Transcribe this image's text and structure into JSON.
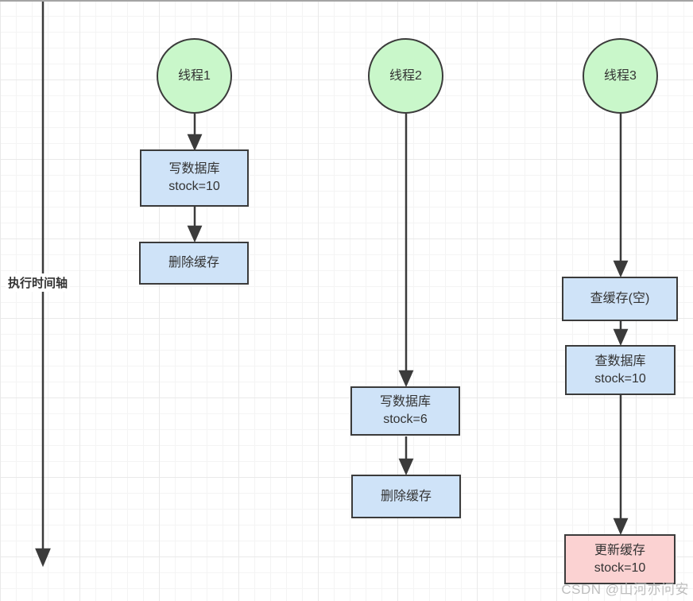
{
  "timeline": {
    "label": "执行时间轴"
  },
  "threads": [
    {
      "name": "线程1",
      "steps": [
        {
          "lines": [
            "写数据库",
            "stock=10"
          ],
          "type": "process"
        },
        {
          "lines": [
            "删除缓存"
          ],
          "type": "process"
        }
      ]
    },
    {
      "name": "线程2",
      "steps": [
        {
          "lines": [
            "写数据库",
            "stock=6"
          ],
          "type": "process"
        },
        {
          "lines": [
            "删除缓存"
          ],
          "type": "process"
        }
      ]
    },
    {
      "name": "线程3",
      "steps": [
        {
          "lines": [
            "查缓存(空)"
          ],
          "type": "process"
        },
        {
          "lines": [
            "查数据库",
            "stock=10"
          ],
          "type": "process"
        },
        {
          "lines": [
            "更新缓存",
            "stock=10"
          ],
          "type": "highlight"
        }
      ]
    }
  ],
  "watermark": {
    "text": "CSDN @山河亦问安"
  },
  "colors": {
    "thread_circle_fill": "#c9f7ca",
    "process_box_fill": "#cfe3f8",
    "highlight_box_fill": "#fbd2d2",
    "stroke": "#3b3b3b",
    "text": "#333333",
    "grid_minor": "#f4f4f4",
    "grid_major": "#e9e9e9",
    "top_border": "#a4a4a4",
    "watermark_text": "#b7b7b7"
  }
}
